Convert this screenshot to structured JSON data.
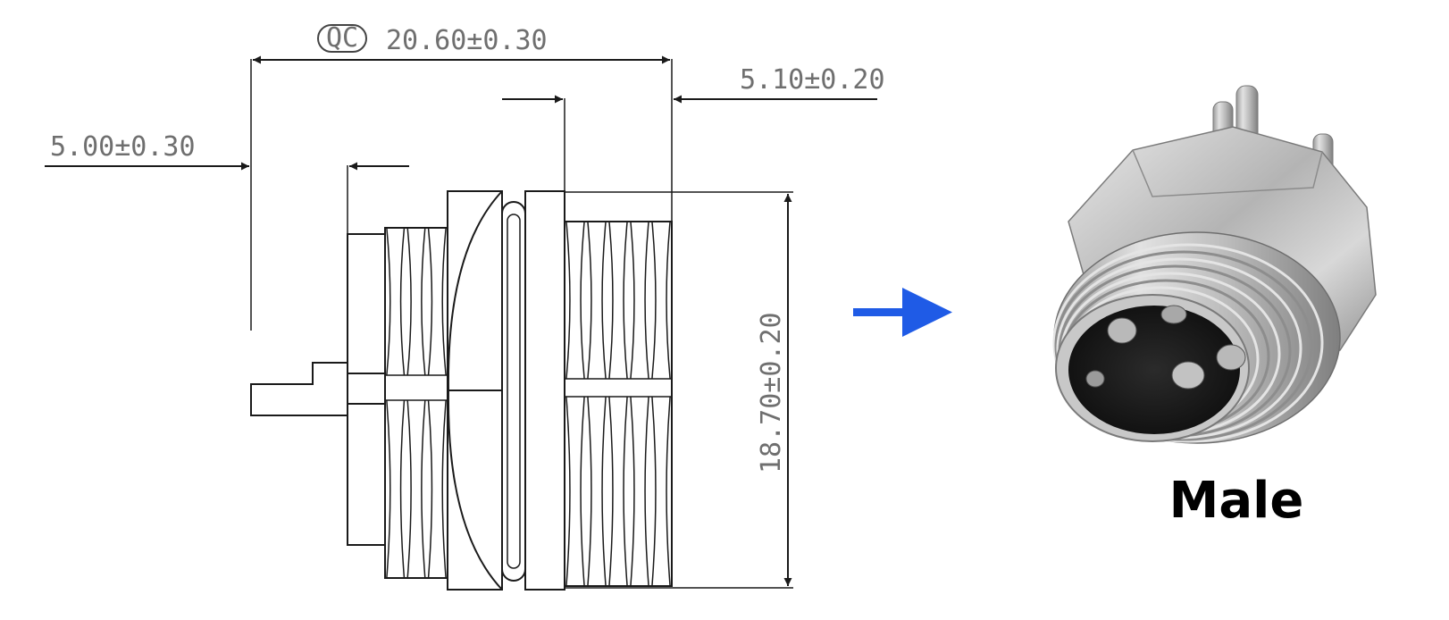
{
  "dimensions": {
    "qc_badge": "QC",
    "total_length": "20.60±0.30",
    "nut_width": "5.10±0.20",
    "front_step": "5.00±0.30",
    "diameter": "18.70±0.20"
  },
  "caption": "Male",
  "colors": {
    "arrow": "#1f5be6",
    "line": "#1a1a1a",
    "dim_text": "#6f6f6f"
  },
  "icons": {
    "direction": "right-arrow-icon"
  }
}
